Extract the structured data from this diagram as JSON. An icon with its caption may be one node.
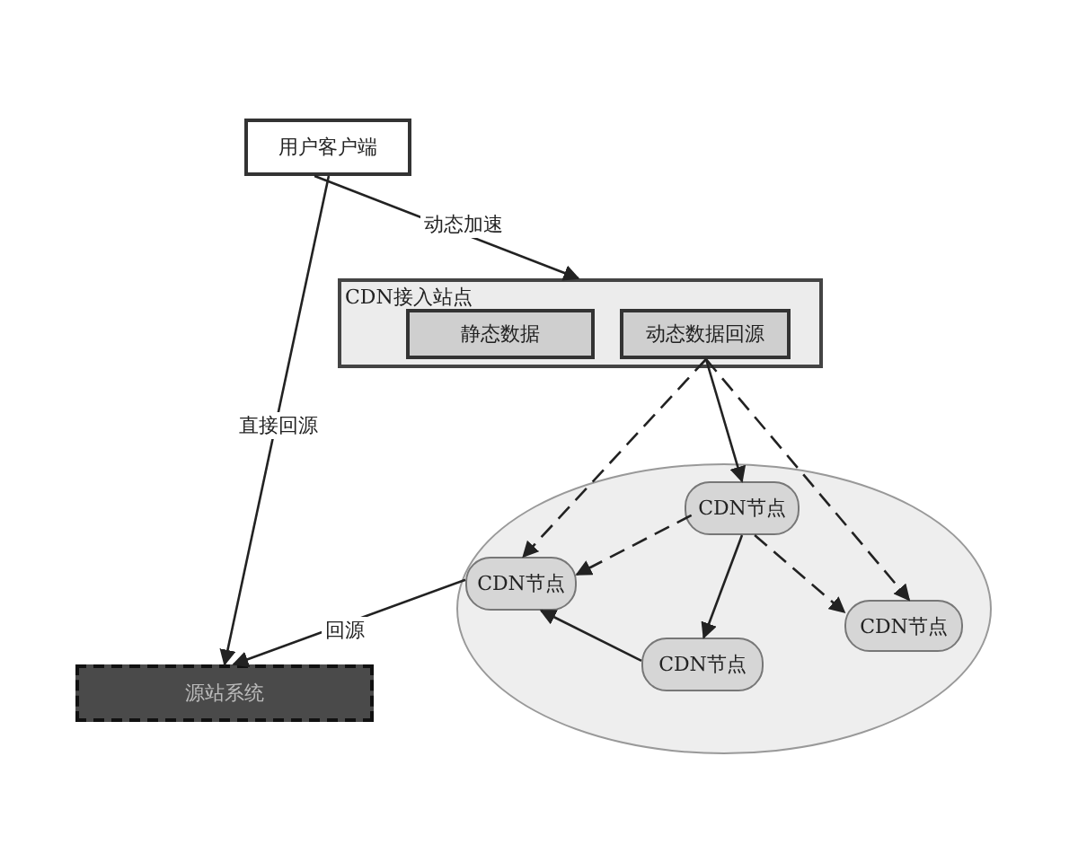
{
  "diagram": {
    "nodes": [
      {
        "text": [
          "用户客户端"
        ]
      },
      {
        "text": [
          "CDN接入站点"
        ]
      },
      {
        "text": [
          "静态数据"
        ],
        "in": 1
      },
      {
        "text": [
          "动态数据回源"
        ],
        "in": 1
      },
      {
        "text": [],
        "shape": "ellipse"
      },
      {
        "text": [
          "CDN节点"
        ],
        "in": 4
      },
      {
        "text": [
          "CDN节点"
        ],
        "in": 4
      },
      {
        "text": [
          "CDN节点"
        ],
        "in": 4
      },
      {
        "text": [
          "CDN节点"
        ],
        "in": 4
      },
      {
        "text": [
          "源站系统"
        ]
      }
    ],
    "edges": [
      {
        "from": 0,
        "to": 1,
        "arrow": "to",
        "label": "动态加速"
      },
      {
        "from": 0,
        "to": 9,
        "arrow": "to",
        "label": "直接回源"
      },
      {
        "from": 3,
        "to": 5,
        "arrow": "to"
      },
      {
        "from": 3,
        "to": 6,
        "arrow": "to",
        "style": "dashed"
      },
      {
        "from": 3,
        "to": 8,
        "arrow": "to",
        "style": "dashed"
      },
      {
        "from": 5,
        "to": 6,
        "arrow": "to",
        "style": "dashed"
      },
      {
        "from": 5,
        "to": 7,
        "arrow": "to"
      },
      {
        "from": 5,
        "to": 8,
        "arrow": "to",
        "style": "dashed"
      },
      {
        "from": 7,
        "to": 6,
        "arrow": "to"
      },
      {
        "from": 6,
        "to": 9,
        "arrow": "to",
        "label": "回源"
      }
    ]
  }
}
